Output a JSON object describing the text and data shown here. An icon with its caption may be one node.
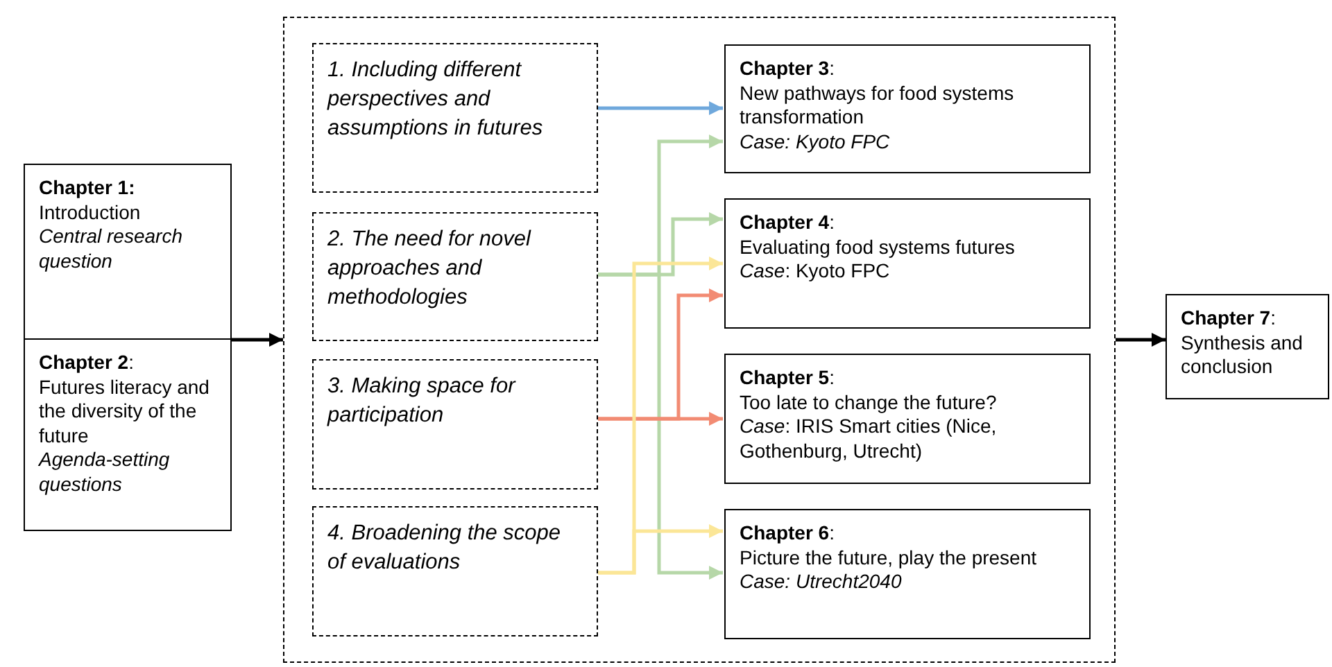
{
  "diagram": {
    "nodes": [
      {
        "text": [
          "Chapter 1:",
          "Introduction",
          "Central research question"
        ]
      },
      {
        "text": [
          "**Chapter 2**:",
          "Futures literacy and the diversity of the future",
          "Agenda-setting questions"
        ]
      },
      {
        "text": [],
        "shape": "box"
      },
      {
        "text": [
          "1. Including different perspectives and assumptions in futures"
        ],
        "in": 2
      },
      {
        "text": [
          "**Chapter 3**:",
          "New pathways for food systems transformation",
          "Case: Kyoto FPC"
        ],
        "in": 2
      },
      {
        "text": [
          "2. The need for novel approaches and methodologies"
        ],
        "in": 2
      },
      {
        "text": [
          "**Chapter 4**:",
          "Evaluating food systems futures",
          "*Case*: Kyoto FPC"
        ],
        "in": 2
      },
      {
        "text": [
          "3. Making space for participation"
        ],
        "in": 2
      },
      {
        "text": [
          "**Chapter 5**:",
          "Too late to change the future?",
          "*Case*: IRIS Smart cities (Nice, Gothenburg, Utrecht)"
        ],
        "in": 2
      },
      {
        "text": [
          "4. Broadening the scope of evaluations"
        ],
        "in": 2
      },
      {
        "text": [
          "**Chapter 6**:",
          "Picture the future, play the present",
          "Case: Utrecht2040"
        ],
        "in": 2
      },
      {
        "text": [
          "**Chapter 7**:",
          "Synthesis and conclusion"
        ]
      }
    ],
    "edges": [
      {
        "from": 0,
        "to": 2,
        "arrow": "to",
        "color": "#000000"
      },
      {
        "from": 3,
        "to": 4,
        "arrow": "to",
        "color": "#6fa8dc"
      },
      {
        "from": 5,
        "to": 4,
        "arrow": "to",
        "color": "#b6d7a8"
      },
      {
        "from": 5,
        "to": 6,
        "arrow": "to",
        "color": "#b6d7a8"
      },
      {
        "from": 5,
        "to": 10,
        "arrow": "to",
        "color": "#b6d7a8"
      },
      {
        "from": 7,
        "to": 8,
        "arrow": "to",
        "color": "#f28b73"
      },
      {
        "from": 7,
        "to": 6,
        "arrow": "to",
        "color": "#f28b73"
      },
      {
        "from": 9,
        "to": 6,
        "arrow": "to",
        "color": "#fbe697"
      },
      {
        "from": 9,
        "to": 10,
        "arrow": "to",
        "color": "#fbe697"
      },
      {
        "from": 2,
        "to": 11,
        "arrow": "to",
        "color": "#000000"
      }
    ]
  }
}
